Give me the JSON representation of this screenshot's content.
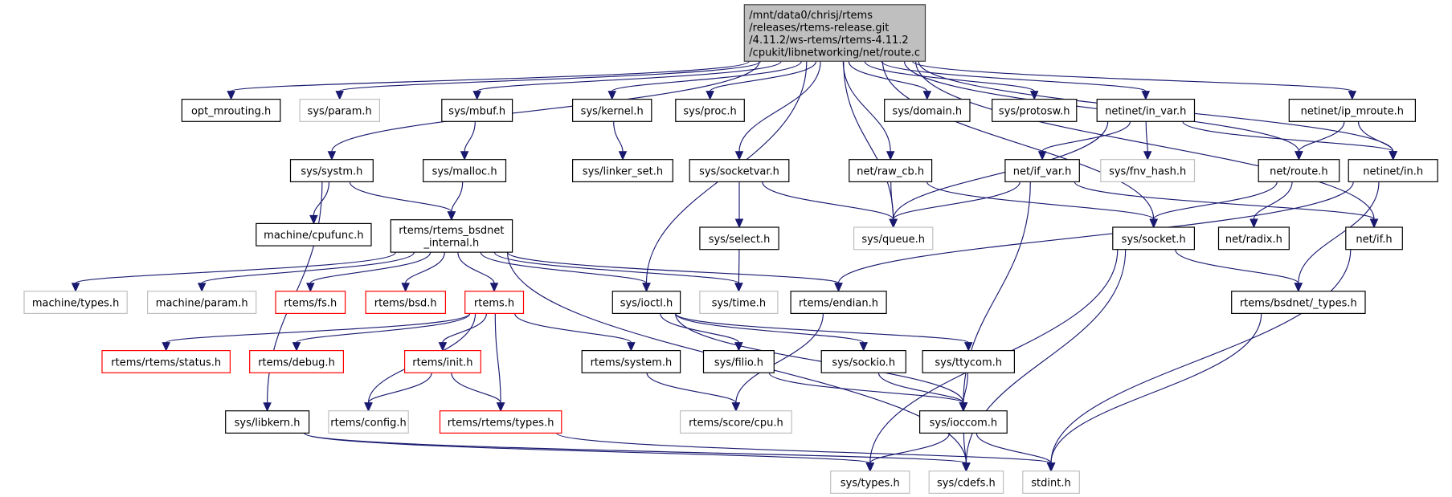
{
  "title": "Include dependency graph for route.c",
  "colors": {
    "edge": "#191970",
    "root_fill": "#bfbfbf",
    "documented_border": "#000000",
    "undocumented_border": "#bfbfbf",
    "truncated_border": "#ff0000"
  },
  "root": {
    "id": "root",
    "lines": [
      "/mnt/data0/chrisj/rtems",
      "/releases/rtems-release.git",
      "/4.11.2/ws-rtems/rtems-4.11.2",
      "/cpukit/libnetworking/net/route.c"
    ]
  },
  "nodes": [
    {
      "id": "opt_mrouting",
      "label": "opt_mrouting.h",
      "style": "documented"
    },
    {
      "id": "sys_param",
      "label": "sys/param.h",
      "style": "undocumented"
    },
    {
      "id": "sys_mbuf",
      "label": "sys/mbuf.h",
      "style": "documented"
    },
    {
      "id": "sys_kernel",
      "label": "sys/kernel.h",
      "style": "documented"
    },
    {
      "id": "sys_proc",
      "label": "sys/proc.h",
      "style": "documented"
    },
    {
      "id": "sys_domain",
      "label": "sys/domain.h",
      "style": "documented"
    },
    {
      "id": "sys_protosw",
      "label": "sys/protosw.h",
      "style": "documented"
    },
    {
      "id": "netinet_in_var",
      "label": "netinet/in_var.h",
      "style": "documented"
    },
    {
      "id": "netinet_ip_mroute",
      "label": "netinet/ip_mroute.h",
      "style": "documented"
    },
    {
      "id": "sys_systm",
      "label": "sys/systm.h",
      "style": "documented"
    },
    {
      "id": "sys_malloc",
      "label": "sys/malloc.h",
      "style": "documented"
    },
    {
      "id": "sys_linker_set",
      "label": "sys/linker_set.h",
      "style": "documented"
    },
    {
      "id": "sys_socketvar",
      "label": "sys/socketvar.h",
      "style": "documented"
    },
    {
      "id": "net_raw_cb",
      "label": "net/raw_cb.h",
      "style": "documented"
    },
    {
      "id": "net_if_var",
      "label": "net/if_var.h",
      "style": "documented"
    },
    {
      "id": "sys_fnv_hash",
      "label": "sys/fnv_hash.h",
      "style": "undocumented"
    },
    {
      "id": "net_route",
      "label": "net/route.h",
      "style": "documented"
    },
    {
      "id": "netinet_in",
      "label": "netinet/in.h",
      "style": "documented"
    },
    {
      "id": "machine_cpufunc",
      "label": "machine/cpufunc.h",
      "style": "documented"
    },
    {
      "id": "rtems_bsdnet_internal",
      "label": "rtems/rtems_bsdnet\n_internal.h",
      "style": "documented"
    },
    {
      "id": "sys_select",
      "label": "sys/select.h",
      "style": "documented"
    },
    {
      "id": "sys_queue",
      "label": "sys/queue.h",
      "style": "undocumented"
    },
    {
      "id": "sys_socket",
      "label": "sys/socket.h",
      "style": "documented"
    },
    {
      "id": "net_radix",
      "label": "net/radix.h",
      "style": "documented"
    },
    {
      "id": "net_if",
      "label": "net/if.h",
      "style": "documented"
    },
    {
      "id": "machine_types",
      "label": "machine/types.h",
      "style": "undocumented"
    },
    {
      "id": "machine_param",
      "label": "machine/param.h",
      "style": "undocumented"
    },
    {
      "id": "rtems_fs",
      "label": "rtems/fs.h",
      "style": "truncated"
    },
    {
      "id": "rtems_bsd",
      "label": "rtems/bsd.h",
      "style": "truncated"
    },
    {
      "id": "rtems_h",
      "label": "rtems.h",
      "style": "truncated"
    },
    {
      "id": "sys_ioctl",
      "label": "sys/ioctl.h",
      "style": "documented"
    },
    {
      "id": "sys_time",
      "label": "sys/time.h",
      "style": "undocumented"
    },
    {
      "id": "rtems_endian",
      "label": "rtems/endian.h",
      "style": "documented"
    },
    {
      "id": "rtems_bsdnet_types",
      "label": "rtems/bsdnet/_types.h",
      "style": "documented"
    },
    {
      "id": "rtems_rtems_status",
      "label": "rtems/rtems/status.h",
      "style": "truncated"
    },
    {
      "id": "rtems_debug",
      "label": "rtems/debug.h",
      "style": "truncated"
    },
    {
      "id": "rtems_init",
      "label": "rtems/init.h",
      "style": "truncated"
    },
    {
      "id": "rtems_system",
      "label": "rtems/system.h",
      "style": "documented"
    },
    {
      "id": "sys_filio",
      "label": "sys/filio.h",
      "style": "documented"
    },
    {
      "id": "sys_sockio",
      "label": "sys/sockio.h",
      "style": "documented"
    },
    {
      "id": "sys_ttycom",
      "label": "sys/ttycom.h",
      "style": "documented"
    },
    {
      "id": "sys_libkern",
      "label": "sys/libkern.h",
      "style": "documented"
    },
    {
      "id": "rtems_config",
      "label": "rtems/config.h",
      "style": "undocumented"
    },
    {
      "id": "rtems_rtems_types",
      "label": "rtems/rtems/types.h",
      "style": "truncated"
    },
    {
      "id": "rtems_score_cpu",
      "label": "rtems/score/cpu.h",
      "style": "undocumented"
    },
    {
      "id": "sys_ioccom",
      "label": "sys/ioccom.h",
      "style": "documented"
    },
    {
      "id": "sys_types",
      "label": "sys/types.h",
      "style": "undocumented"
    },
    {
      "id": "sys_cdefs",
      "label": "sys/cdefs.h",
      "style": "undocumented"
    },
    {
      "id": "stdint",
      "label": "stdint.h",
      "style": "undocumented"
    }
  ],
  "edges": [
    [
      "root",
      "opt_mrouting"
    ],
    [
      "root",
      "sys_param"
    ],
    [
      "root",
      "sys_mbuf"
    ],
    [
      "root",
      "sys_systm"
    ],
    [
      "root",
      "sys_ioctl"
    ],
    [
      "root",
      "sys_kernel"
    ],
    [
      "root",
      "sys_proc"
    ],
    [
      "root",
      "sys_socketvar"
    ],
    [
      "root",
      "sys_queue"
    ],
    [
      "root",
      "net_raw_cb"
    ],
    [
      "root",
      "sys_domain"
    ],
    [
      "root",
      "sys_protosw"
    ],
    [
      "root",
      "netinet_in_var"
    ],
    [
      "root",
      "sys_socket"
    ],
    [
      "root",
      "net_route"
    ],
    [
      "root",
      "netinet_ip_mroute"
    ],
    [
      "root",
      "netinet_in"
    ],
    [
      "root",
      "net_if"
    ],
    [
      "sys_mbuf",
      "sys_malloc"
    ],
    [
      "sys_kernel",
      "sys_linker_set"
    ],
    [
      "sys_systm",
      "machine_cpufunc"
    ],
    [
      "sys_systm",
      "rtems_bsdnet_internal"
    ],
    [
      "sys_systm",
      "sys_libkern"
    ],
    [
      "sys_malloc",
      "rtems_bsdnet_internal"
    ],
    [
      "sys_socketvar",
      "sys_select"
    ],
    [
      "sys_socketvar",
      "sys_queue"
    ],
    [
      "net_raw_cb",
      "sys_queue"
    ],
    [
      "net_raw_cb",
      "sys_socket"
    ],
    [
      "netinet_in_var",
      "sys_queue"
    ],
    [
      "netinet_in_var",
      "net_if_var"
    ],
    [
      "netinet_in_var",
      "sys_fnv_hash"
    ],
    [
      "netinet_in_var",
      "netinet_in"
    ],
    [
      "netinet_ip_mroute",
      "net_route"
    ],
    [
      "netinet_ip_mroute",
      "netinet_in"
    ],
    [
      "net_if_var",
      "sys_queue"
    ],
    [
      "net_if_var",
      "net_if"
    ],
    [
      "net_if_var",
      "sys_ioccom"
    ],
    [
      "net_route",
      "sys_socket"
    ],
    [
      "net_route",
      "net_radix"
    ],
    [
      "netinet_in",
      "rtems_endian"
    ],
    [
      "netinet_in",
      "rtems_bsdnet_types"
    ],
    [
      "sys_select",
      "sys_time"
    ],
    [
      "sys_socket",
      "rtems_bsdnet_types"
    ],
    [
      "sys_socket",
      "sys_types"
    ],
    [
      "sys_socket",
      "sys_cdefs"
    ],
    [
      "net_if",
      "stdint"
    ],
    [
      "rtems_bsdnet_internal",
      "machine_types"
    ],
    [
      "rtems_bsdnet_internal",
      "machine_param"
    ],
    [
      "rtems_bsdnet_internal",
      "rtems_fs"
    ],
    [
      "rtems_bsdnet_internal",
      "rtems_bsd"
    ],
    [
      "rtems_bsdnet_internal",
      "rtems_h"
    ],
    [
      "rtems_bsdnet_internal",
      "sys_ioctl"
    ],
    [
      "rtems_bsdnet_internal",
      "sys_time"
    ],
    [
      "rtems_bsdnet_internal",
      "rtems_endian"
    ],
    [
      "rtems_bsdnet_internal",
      "sys_cdefs"
    ],
    [
      "rtems_h",
      "rtems_rtems_status"
    ],
    [
      "rtems_h",
      "rtems_debug"
    ],
    [
      "rtems_h",
      "rtems_init"
    ],
    [
      "rtems_h",
      "rtems_config"
    ],
    [
      "rtems_h",
      "rtems_rtems_types"
    ],
    [
      "rtems_h",
      "rtems_system"
    ],
    [
      "sys_ioctl",
      "sys_filio"
    ],
    [
      "sys_ioctl",
      "sys_sockio"
    ],
    [
      "sys_ioctl",
      "sys_ttycom"
    ],
    [
      "sys_ioctl",
      "sys_ioccom"
    ],
    [
      "rtems_endian",
      "rtems_score_cpu"
    ],
    [
      "rtems_init",
      "rtems_config"
    ],
    [
      "rtems_init",
      "rtems_rtems_types"
    ],
    [
      "rtems_system",
      "rtems_score_cpu"
    ],
    [
      "sys_filio",
      "sys_ioccom"
    ],
    [
      "sys_sockio",
      "sys_ioccom"
    ],
    [
      "sys_ttycom",
      "sys_ioccom"
    ],
    [
      "sys_libkern",
      "sys_types"
    ],
    [
      "sys_libkern",
      "sys_cdefs"
    ],
    [
      "rtems_rtems_types",
      "stdint"
    ],
    [
      "sys_ioccom",
      "sys_types"
    ],
    [
      "sys_ioccom",
      "sys_cdefs"
    ],
    [
      "sys_ioccom",
      "stdint"
    ],
    [
      "rtems_bsdnet_types",
      "stdint"
    ]
  ]
}
